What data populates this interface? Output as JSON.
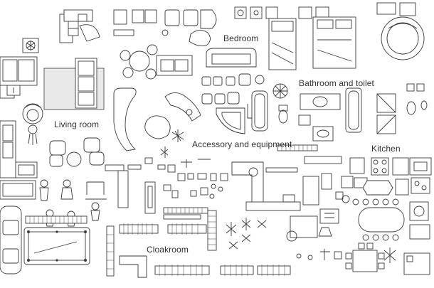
{
  "labels": {
    "bedroom": "Bedroom",
    "bathroom": "Bathroom and toilet",
    "living": "Living room",
    "accessory": "Accessory and equipment",
    "kitchen": "Kitchen",
    "cloakroom": "Cloakroom"
  },
  "colors": {
    "line": "#3a3a3a",
    "background": "#ffffff",
    "rug": "#e9e9e9"
  }
}
